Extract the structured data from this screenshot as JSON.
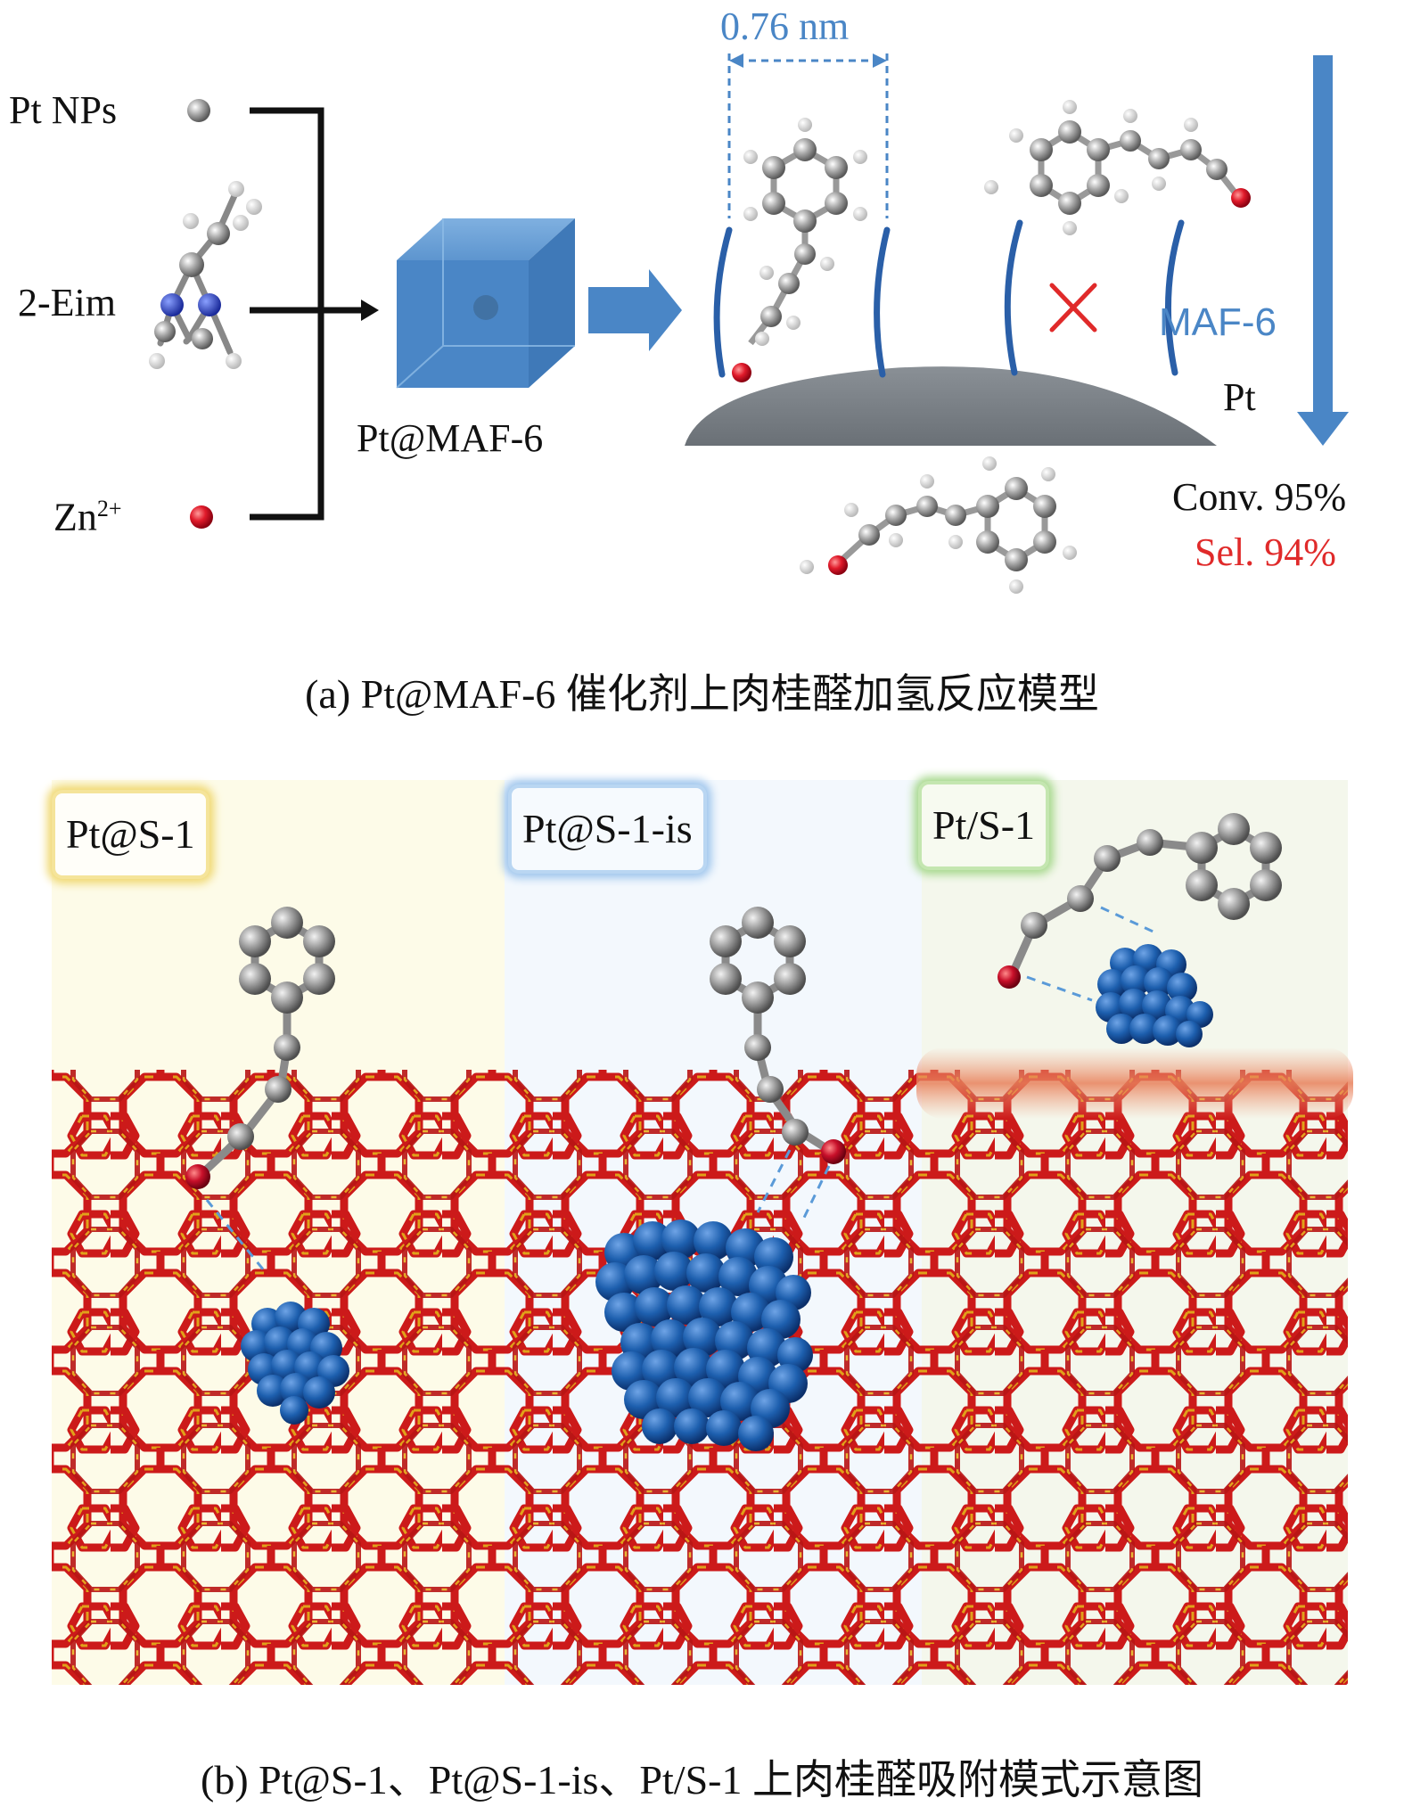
{
  "panel_a": {
    "reagents": {
      "pt": "Pt NPs",
      "eim": "2-Eim",
      "zn": "Zn",
      "zn_sup": "2+"
    },
    "product_label": "Pt@MAF-6",
    "pore_width": "0.76 nm",
    "maf_label": "MAF-6",
    "pt_label": "Pt",
    "conv": "Conv. 95%",
    "sel": "Sel. 94%",
    "caption": "(a) Pt@MAF-6 催化剂上肉桂醛加氢反应模型"
  },
  "panel_b": {
    "regions": [
      {
        "label": "Pt@S-1",
        "color": "#f0d870"
      },
      {
        "label": "Pt@S-1-is",
        "color": "#9cc4ec"
      },
      {
        "label": "Pt/S-1",
        "color": "#a6d88c"
      }
    ],
    "caption": "(b) Pt@S-1、Pt@S-1-is、Pt/S-1 上肉桂醛吸附模式示意图"
  },
  "colors": {
    "accent_blue": "#4a86c6",
    "selectivity_red": "#e02a2a",
    "zeolite_red": "#cc1a1a",
    "zeolite_gold": "#e0a21a",
    "pt_cluster": "#1d5fae"
  }
}
